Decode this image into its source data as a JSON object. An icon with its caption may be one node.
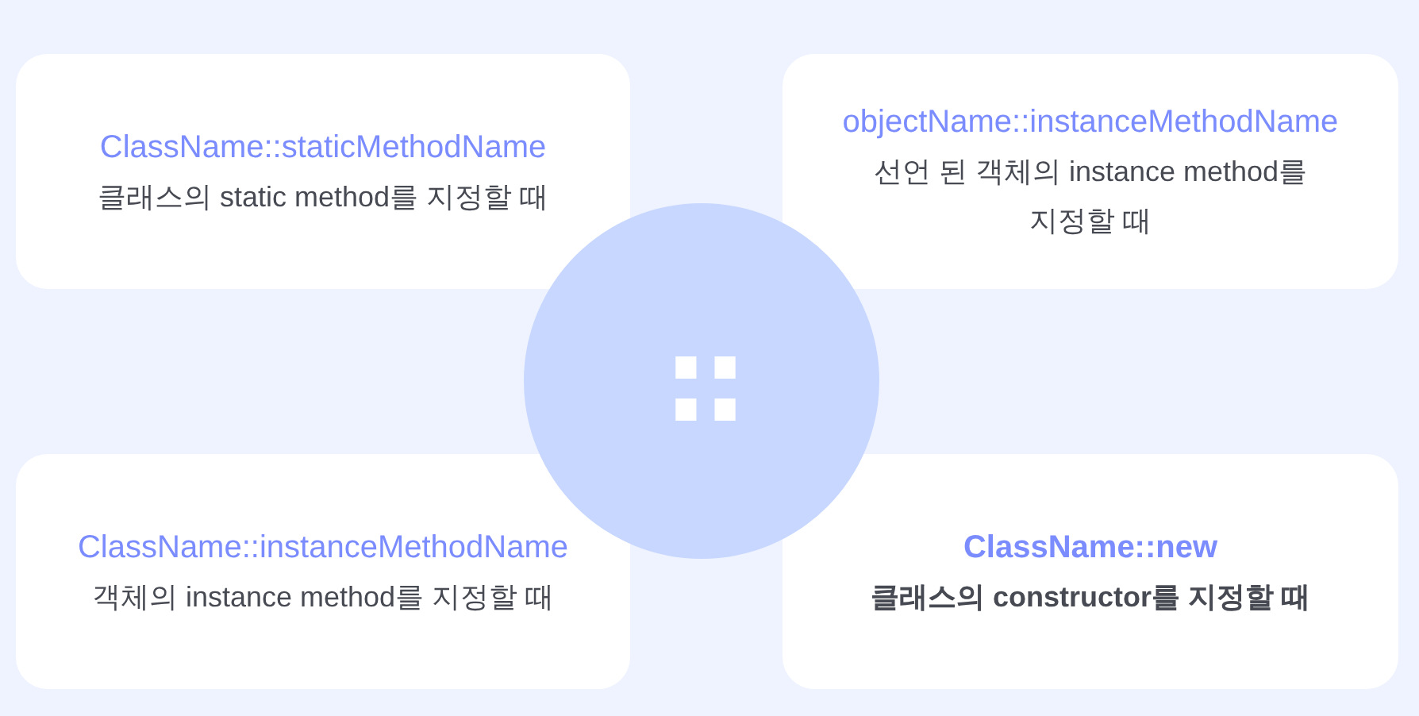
{
  "diagram": {
    "nodes": [
      {
        "text": [
          "ClassName::staticMethodName",
          "클래스의 static method를 지정할 때"
        ]
      },
      {
        "text": [
          "objectName::instanceMethodName",
          "선언 된 객체의 instance method를 지정할 때"
        ]
      },
      {
        "text": [
          "::"
        ]
      },
      {
        "text": [
          "ClassName::instanceMethodName",
          "객체의 instance method를 지정할 때"
        ]
      },
      {
        "text": [
          "ClassName::new",
          "클래스의 constructor를 지정할 때"
        ]
      }
    ]
  }
}
